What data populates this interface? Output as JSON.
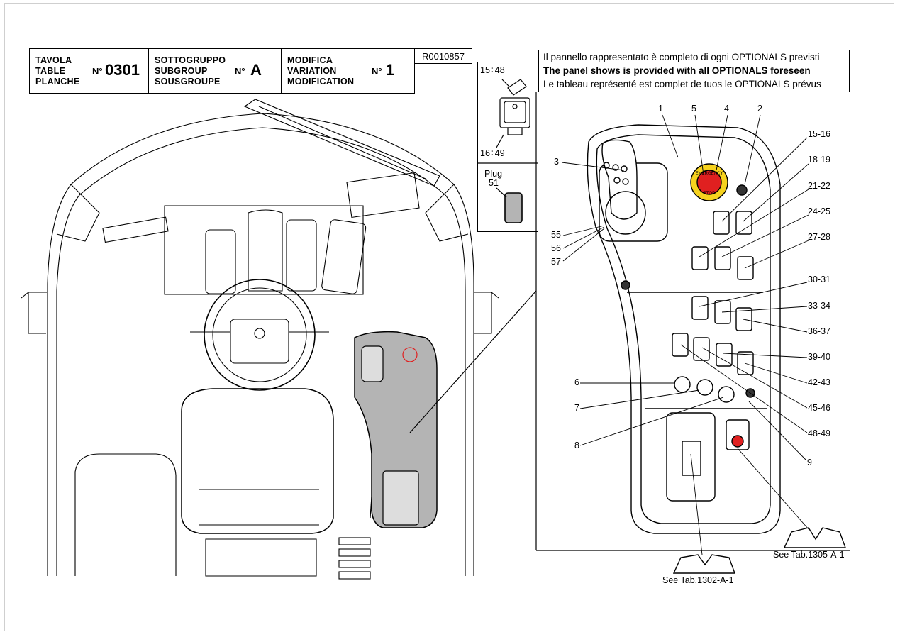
{
  "header": {
    "table": {
      "label_it": "TAVOLA",
      "label_en": "TABLE",
      "label_fr": "PLANCHE",
      "no_label": "N°",
      "value": "0301"
    },
    "subgroup": {
      "label_it": "SOTTOGRUPPO",
      "label_en": "SUBGROUP",
      "label_fr": "SOUSGROUPE",
      "no_label": "N°",
      "value": "A"
    },
    "modification": {
      "label_it": "MODIFICA",
      "label_en": "VARIATION",
      "label_fr": "MODIFICATION",
      "no_label": "N°",
      "value": "1"
    },
    "code": "R0010857"
  },
  "note": {
    "line_it": "Il pannello rappresentato è completo di ogni OPTIONALS previsti",
    "line_en": "The panel shows is provided with all OPTIONALS foreseen",
    "line_fr": "Le tableau représenté est complet de tuos le OPTIONALS prévus"
  },
  "inset": {
    "range_top": "15÷48",
    "range_bottom": "16÷49",
    "plug_label": "Plug",
    "plug_number": "51"
  },
  "callouts": {
    "c1": "1",
    "c5": "5",
    "c4": "4",
    "c2": "2",
    "c3": "3",
    "c15_16": "15-16",
    "c18_19": "18-19",
    "c21_22": "21-22",
    "c24_25": "24-25",
    "c27_28": "27-28",
    "c55": "55",
    "c56": "56",
    "c57": "57",
    "c30_31": "30-31",
    "c33_34": "33-34",
    "c36_37": "36-37",
    "c39_40": "39-40",
    "c42_43": "42-43",
    "c45_46": "45-46",
    "c48_49": "48-49",
    "c6": "6",
    "c7": "7",
    "c8": "8",
    "c9": "9"
  },
  "references": {
    "ref_left": "See Tab.1302-A-1",
    "ref_right": "See Tab.1305-A-1"
  },
  "emergency_text": {
    "top": "EMERGENCY",
    "bottom": "STOP"
  },
  "colors": {
    "emergency_red": "#e02020",
    "emergency_yellow": "#f6d21e",
    "panel_gray": "#b4b4b4"
  }
}
